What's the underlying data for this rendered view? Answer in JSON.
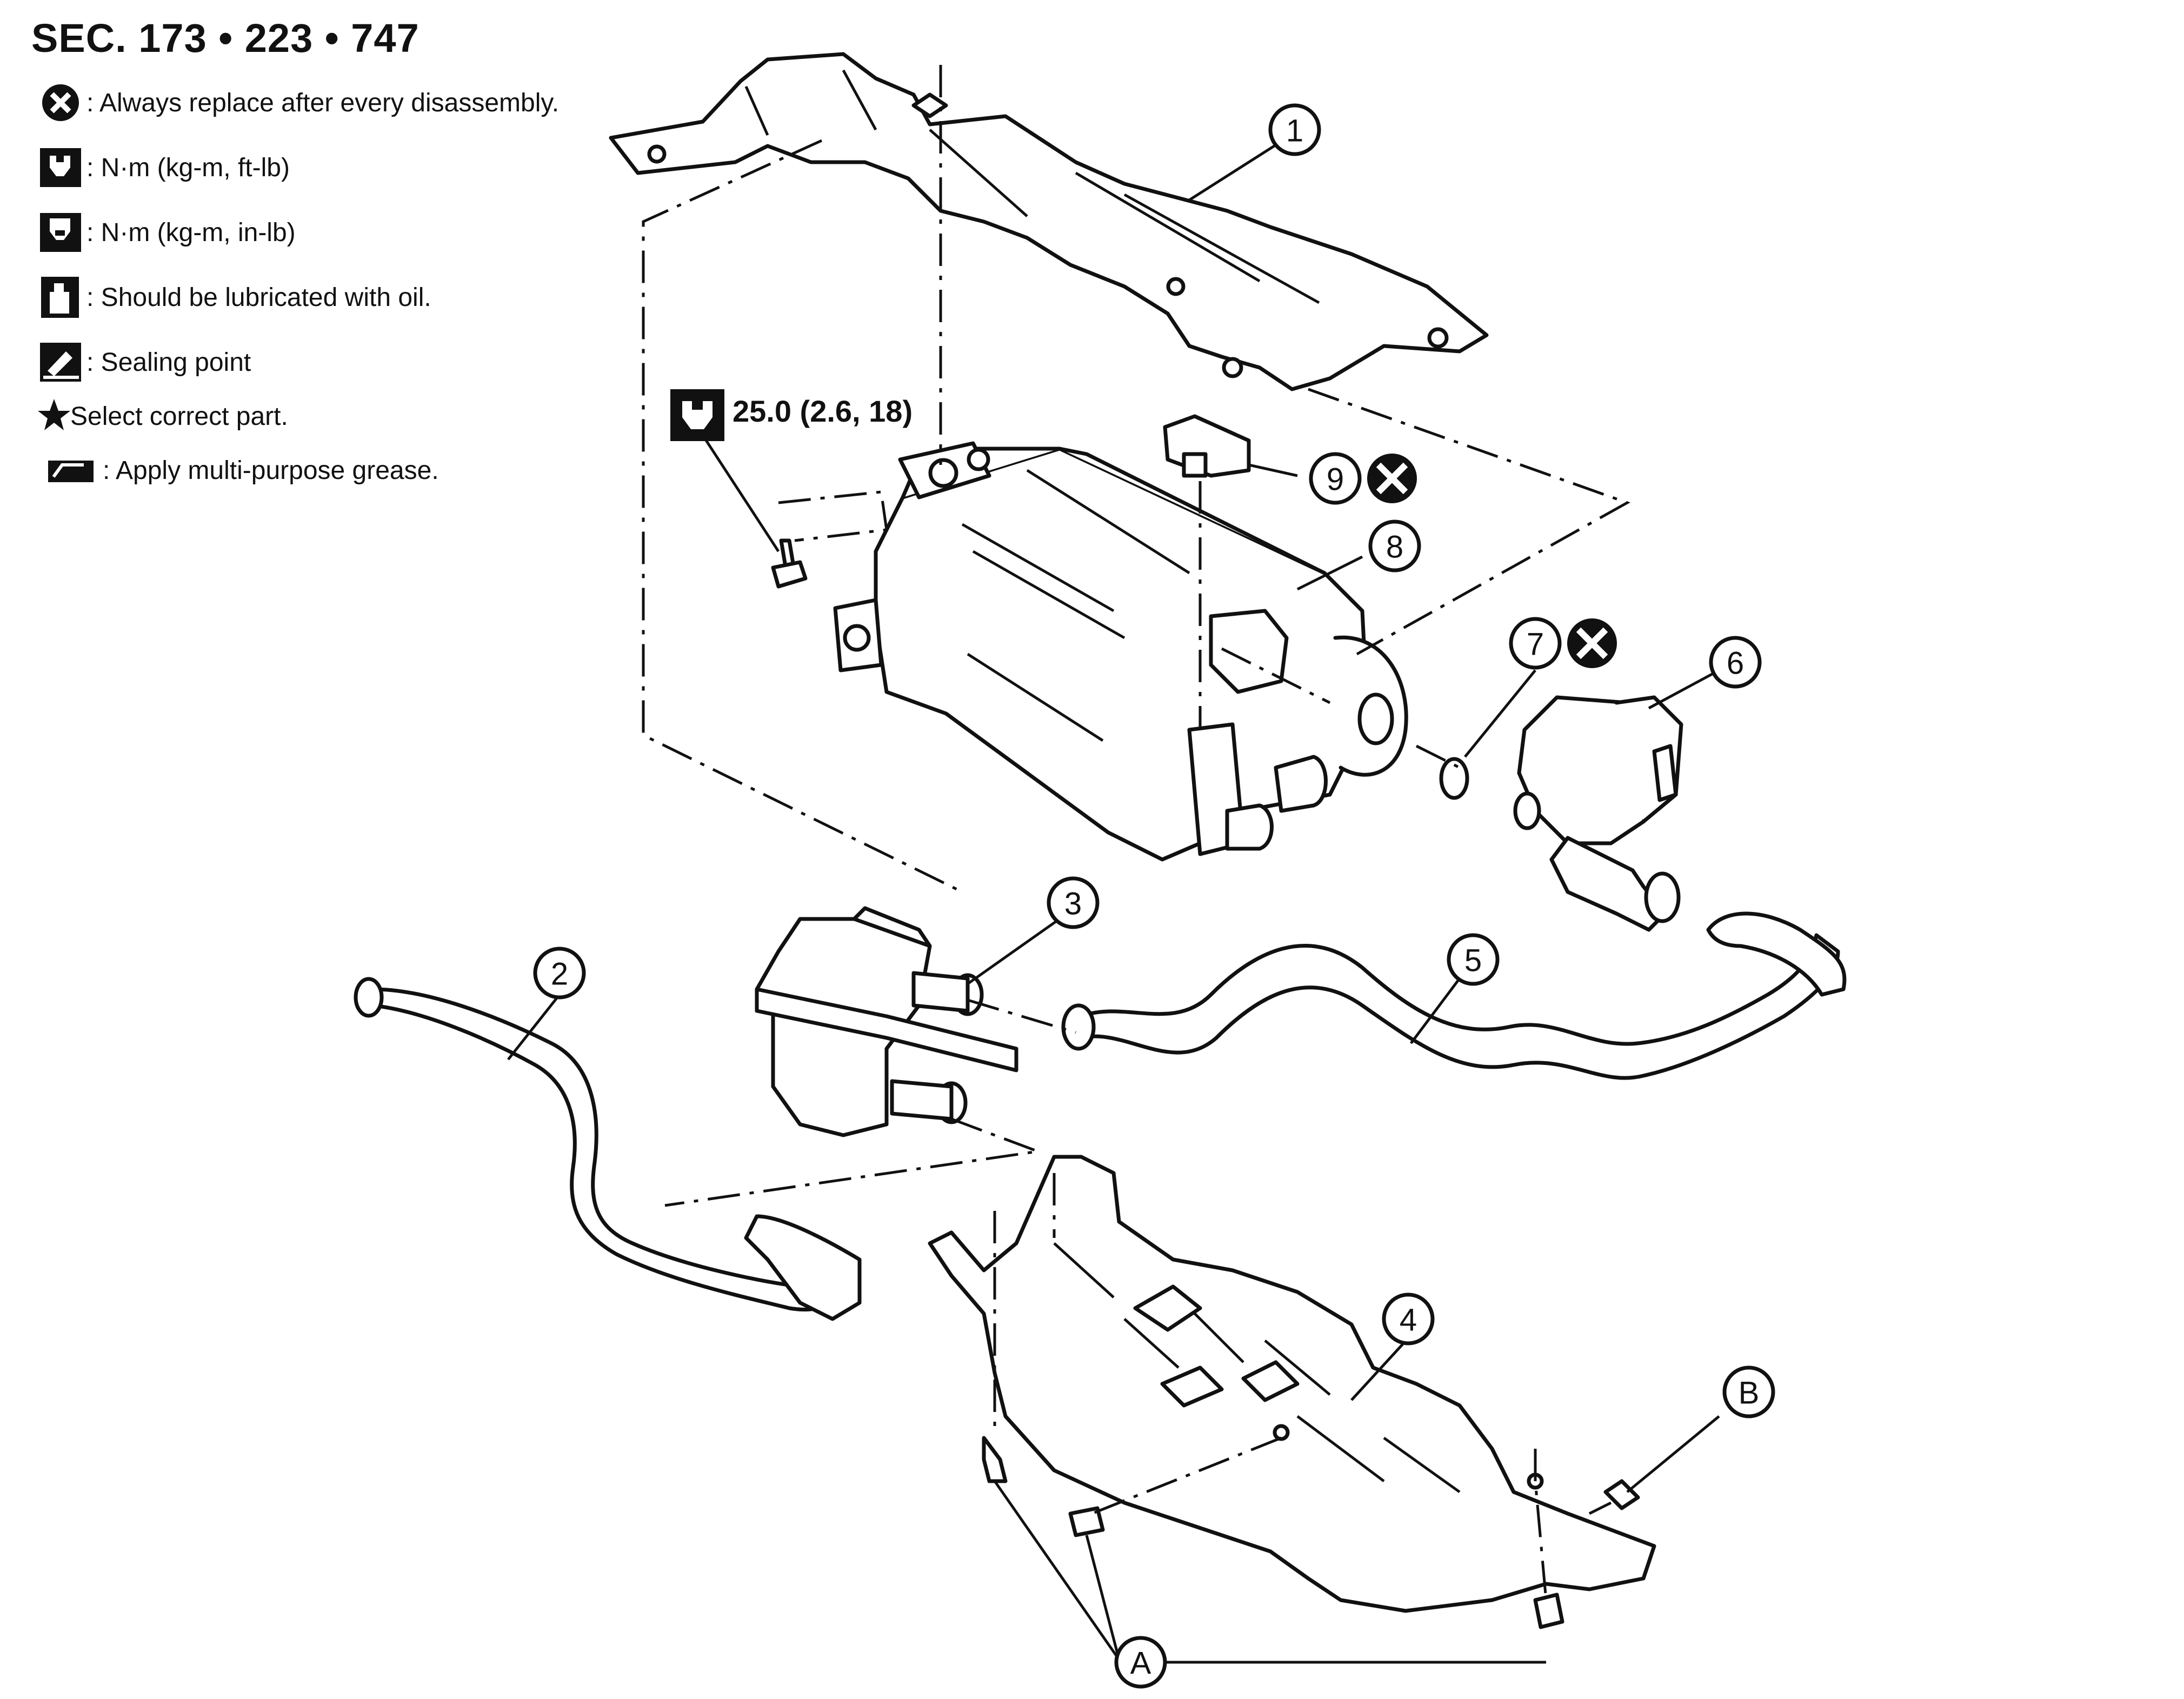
{
  "section_title": "SEC. 173 • 223 • 747",
  "legend": [
    {
      "icon": "always-replace-icon",
      "text": ": Always replace after every disassembly."
    },
    {
      "icon": "torque-ft-lb-icon",
      "text": ": N·m (kg-m, ft-lb)"
    },
    {
      "icon": "torque-in-lb-icon",
      "text": ": N·m (kg-m, in-lb)"
    },
    {
      "icon": "oil-lubricate-icon",
      "text": ": Should be lubricated with oil."
    },
    {
      "icon": "sealing-point-icon",
      "text": ": Sealing point"
    },
    {
      "icon": "star-icon",
      "text": "Select correct part."
    },
    {
      "icon": "grease-icon",
      "text": ": Apply multi-purpose grease."
    }
  ],
  "torque_spec": "25.0 (2.6, 18)",
  "callouts": {
    "c1": "1",
    "c2": "2",
    "c3": "3",
    "c4": "4",
    "c5": "5",
    "c6": "6",
    "c7": "7",
    "c8": "8",
    "c9": "9",
    "cA": "A",
    "cB": "B"
  },
  "colors": {
    "line": "#111111",
    "background": "#ffffff"
  }
}
